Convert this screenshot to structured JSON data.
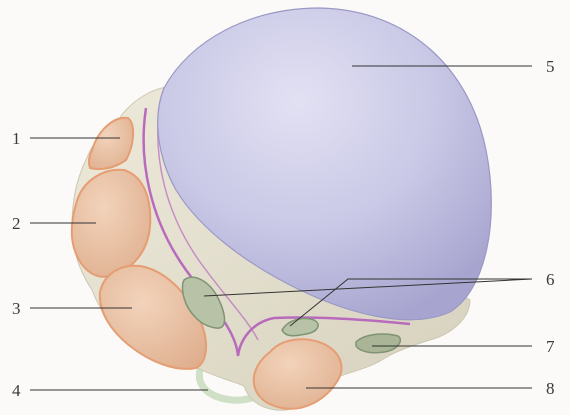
{
  "diagram": {
    "labels": [
      {
        "id": "1",
        "text": "1"
      },
      {
        "id": "2",
        "text": "2"
      },
      {
        "id": "3",
        "text": "3"
      },
      {
        "id": "4",
        "text": "4"
      },
      {
        "id": "5",
        "text": "5"
      },
      {
        "id": "6",
        "text": "6"
      },
      {
        "id": "7",
        "text": "7"
      },
      {
        "id": "8",
        "text": "8"
      }
    ]
  },
  "colors": {
    "background": "#fbfaf8",
    "dome": "#c7c6e4",
    "base": "#e5e1cf",
    "lobe_fill": "#e7bfa1",
    "lobe_outline": "#e59d74",
    "ring_line": "#b86bbd",
    "green_patch": "#b8c2a6",
    "green_patch_outline": "#7f9474",
    "stalk": "#cfe0c6",
    "leader_line": "#333333",
    "label_text": "#3a3a3a"
  }
}
